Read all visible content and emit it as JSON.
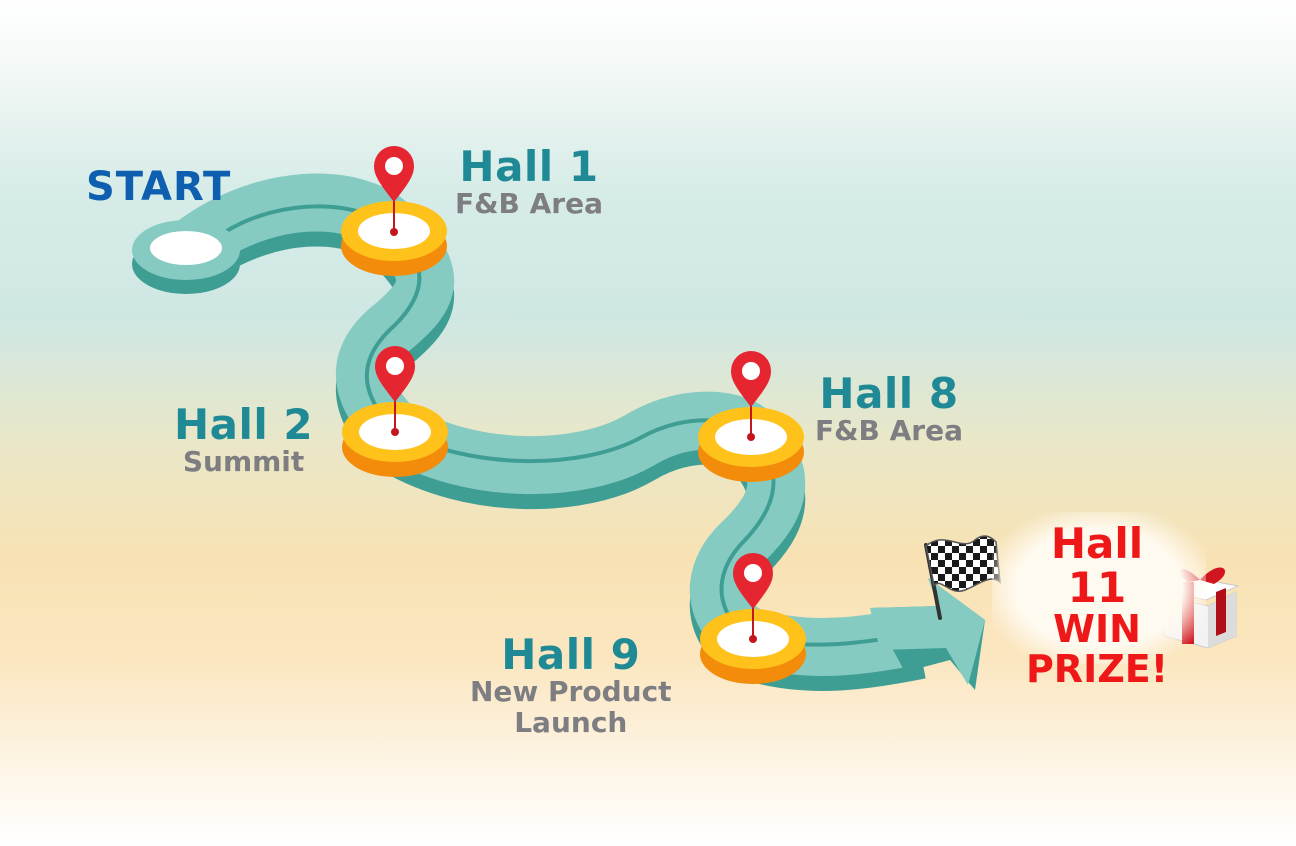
{
  "start_label": "START",
  "stops": [
    {
      "title": "Hall 1",
      "subtitle": "F&B Area"
    },
    {
      "title": "Hall 2",
      "subtitle": "Summit"
    },
    {
      "title": "Hall 8",
      "subtitle": "F&B Area"
    },
    {
      "title": "Hall 9",
      "subtitle": "New Product",
      "subtitle2": "Launch"
    }
  ],
  "finish": {
    "title": "Hall 11",
    "line2": "WIN",
    "line3": "PRIZE!"
  },
  "icons": [
    "map-pin-icon",
    "checkered-flag-icon",
    "gift-box-icon"
  ],
  "colors": {
    "road": "#85cbc2",
    "road_side": "#3f9e94",
    "stop_ring": "#ffc21a",
    "stop_side": "#f28c0a",
    "pin": "#e52631",
    "title_teal": "#1f8a96",
    "start_blue": "#0f5fb0",
    "subtitle_gray": "#7d7d82",
    "prize_red": "#ee1818"
  }
}
